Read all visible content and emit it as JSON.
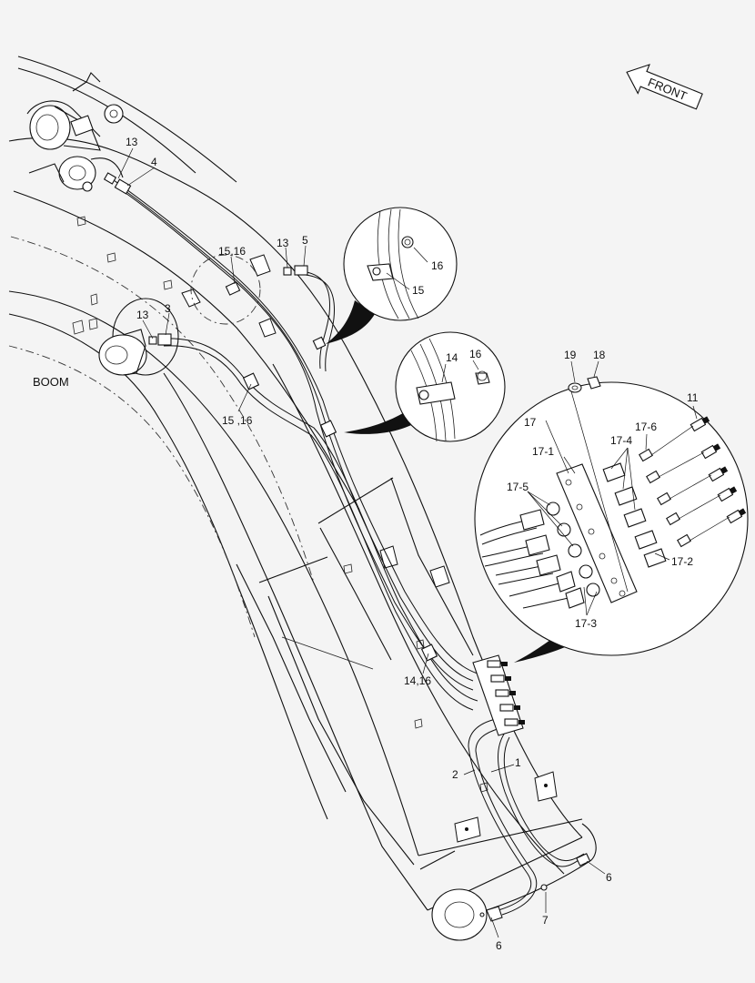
{
  "front_label": "FRONT",
  "boom_label": "BOOM",
  "callouts": {
    "c13a": "13",
    "c4": "4",
    "c13b": "13",
    "c5": "5",
    "c15_16a": "15,16",
    "c13c": "13",
    "c3": "3",
    "c15_16b": "15 ,16",
    "c16a": "16",
    "c15": "15",
    "c14": "14",
    "c16b": "16",
    "c19": "19",
    "c18": "18",
    "c17": "17",
    "c11": "11",
    "c17_1": "17-1",
    "c17_6": "17-6",
    "c17_4": "17-4",
    "c17_5": "17-5",
    "c17_2": "17-2",
    "c17_3": "17-3",
    "c14_16": "14,16",
    "c1": "1",
    "c2": "2",
    "c6a": "6",
    "c6b": "6",
    "c7": "7"
  }
}
